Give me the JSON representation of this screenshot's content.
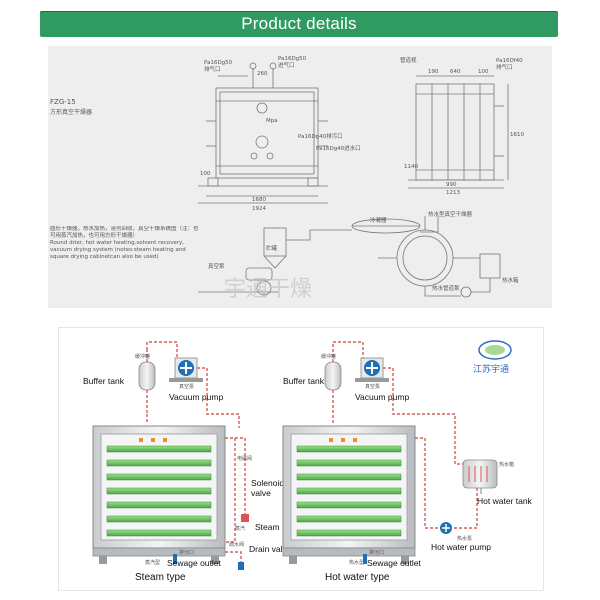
{
  "header": {
    "title": "Product details"
  },
  "drawing": {
    "model": "FZG-15",
    "model_cn": "方形真空干燥器",
    "top_left_notes": [
      "Pa16Dg50",
      "排气口",
      "Pa16Dg50",
      "进气口"
    ],
    "label_pa16dg40_a": "Pa16Dg40排污口",
    "label_pa16dg40_b": "Pa16Dg40进水口",
    "label_mpa": "Mpa",
    "dims": {
      "d260": "260",
      "d100": "100",
      "d1680": "1680",
      "d1924": "1924",
      "d190": "190",
      "d640": "640",
      "d100b": "100",
      "d1610": "1610",
      "d990": "990",
      "d1213": "1213",
      "d1140": "1140"
    },
    "right_notes": [
      "管道视",
      "Pa16Df40",
      "排气口"
    ],
    "description_cn": "圆形干燥器，热水加热，溶剂回收，真空干燥系统图（注：也可用蒸汽加热，也可用方形干燥器）",
    "description_en": "Round drier, hot water heating,solvent recovery, vacuum drying system (notes:steam heating and square drying cabinetcan also be used)",
    "system_labels": {
      "condenser": "冷凝器",
      "hot_water_dryer": "热水型真空干燥器",
      "receiver": "贮罐",
      "vacuum_pump": "真空泵",
      "pump2": "热水管道泵",
      "tank": "热水箱"
    },
    "watermark": "宇通干燥"
  },
  "diagram": {
    "logo_text": "江苏宇通",
    "left": {
      "buffer_tank": "Buffer tank",
      "buffer_tank_cn": "缓冲罐",
      "vacuum_pump": "Vacuum pump",
      "vacuum_pump_cn": "真空泵",
      "solenoid": "Solenoid valve",
      "solenoid_cn": "电磁阀",
      "steam": "Steam",
      "steam_cn": "蒸汽",
      "drain_valve": "Drain valve",
      "drain_cn": "疏水阀",
      "sewage_cn": "排污口",
      "steam_type_cn": "蒸汽型",
      "sewage": "Sewage outlet",
      "type": "Steam type"
    },
    "right": {
      "buffer_tank": "Buffer tank",
      "buffer_tank_cn": "缓冲罐",
      "vacuum_pump": "Vacuum pump",
      "vacuum_pump_cn": "真空泵",
      "hot_water_tank": "Hot water tank",
      "hot_water_tank_cn": "热水箱",
      "hot_water_pump": "Hot water pump",
      "hot_water_pump_cn": "热水泵",
      "sewage_cn": "排污口",
      "hw_type_cn": "热水型",
      "sewage": "Sewage outlet",
      "type": "Hot water type"
    }
  }
}
